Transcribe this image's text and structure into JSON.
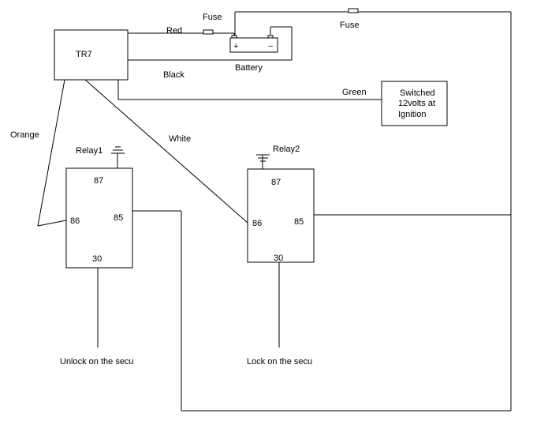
{
  "tr7": "TR7",
  "fuse_left": "Fuse",
  "fuse_right": "Fuse",
  "battery": {
    "label": "Battery",
    "plus": "+",
    "minus": "−"
  },
  "wires": {
    "red": "Red",
    "black": "Black",
    "green": "Green",
    "orange": "Orange",
    "white": "White"
  },
  "ignition": {
    "line1": "Switched",
    "line2": "12volts at",
    "line3": "Ignition"
  },
  "relay1": {
    "label": "Relay1",
    "pin87": "87",
    "pin86": "86",
    "pin85": "85",
    "pin30": "30"
  },
  "relay2": {
    "label": "Relay2",
    "pin87": "87",
    "pin86": "86",
    "pin85": "85",
    "pin30": "30"
  },
  "unlock": "Unlock on the secu",
  "lock": "Lock on the secu",
  "colors": {
    "line": "#000000",
    "background": "#ffffff"
  }
}
